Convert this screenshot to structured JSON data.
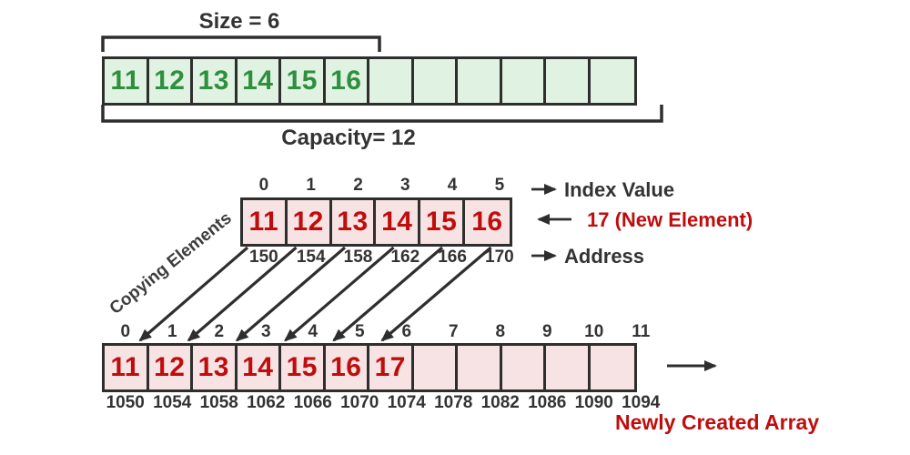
{
  "colors": {
    "dark": "#2e2e2e",
    "green_fill": "#e0f2e1",
    "green_text": "#2e8f3e",
    "pink_fill": "#f7e3e3",
    "red_text": "#bf0d0d"
  },
  "top_array": {
    "size_label": "Size = 6",
    "capacity_label": "Capacity= 12",
    "cells": [
      "11",
      "12",
      "13",
      "14",
      "15",
      "16",
      "",
      "",
      "",
      "",
      "",
      ""
    ]
  },
  "middle_array": {
    "indices": [
      "0",
      "1",
      "2",
      "3",
      "4",
      "5"
    ],
    "values": [
      "11",
      "12",
      "13",
      "14",
      "15",
      "16"
    ],
    "addresses": [
      "150",
      "154",
      "158",
      "162",
      "166",
      "170"
    ]
  },
  "labels": {
    "index_value": "Index Value",
    "new_element": "17 (New Element)",
    "address": "Address",
    "copying_elements": "Copying Elements",
    "newly_created_array": "Newly Created Array"
  },
  "bottom_array": {
    "indices": [
      "0",
      "1",
      "2",
      "3",
      "4",
      "5",
      "6",
      "7",
      "8",
      "9",
      "10",
      "11"
    ],
    "values": [
      "11",
      "12",
      "13",
      "14",
      "15",
      "16",
      "17",
      "",
      "",
      "",
      "",
      ""
    ],
    "addresses": [
      "1050",
      "1054",
      "1058",
      "1062",
      "1066",
      "1070",
      "1074",
      "1078",
      "1082",
      "1086",
      "1090",
      "1094"
    ]
  }
}
